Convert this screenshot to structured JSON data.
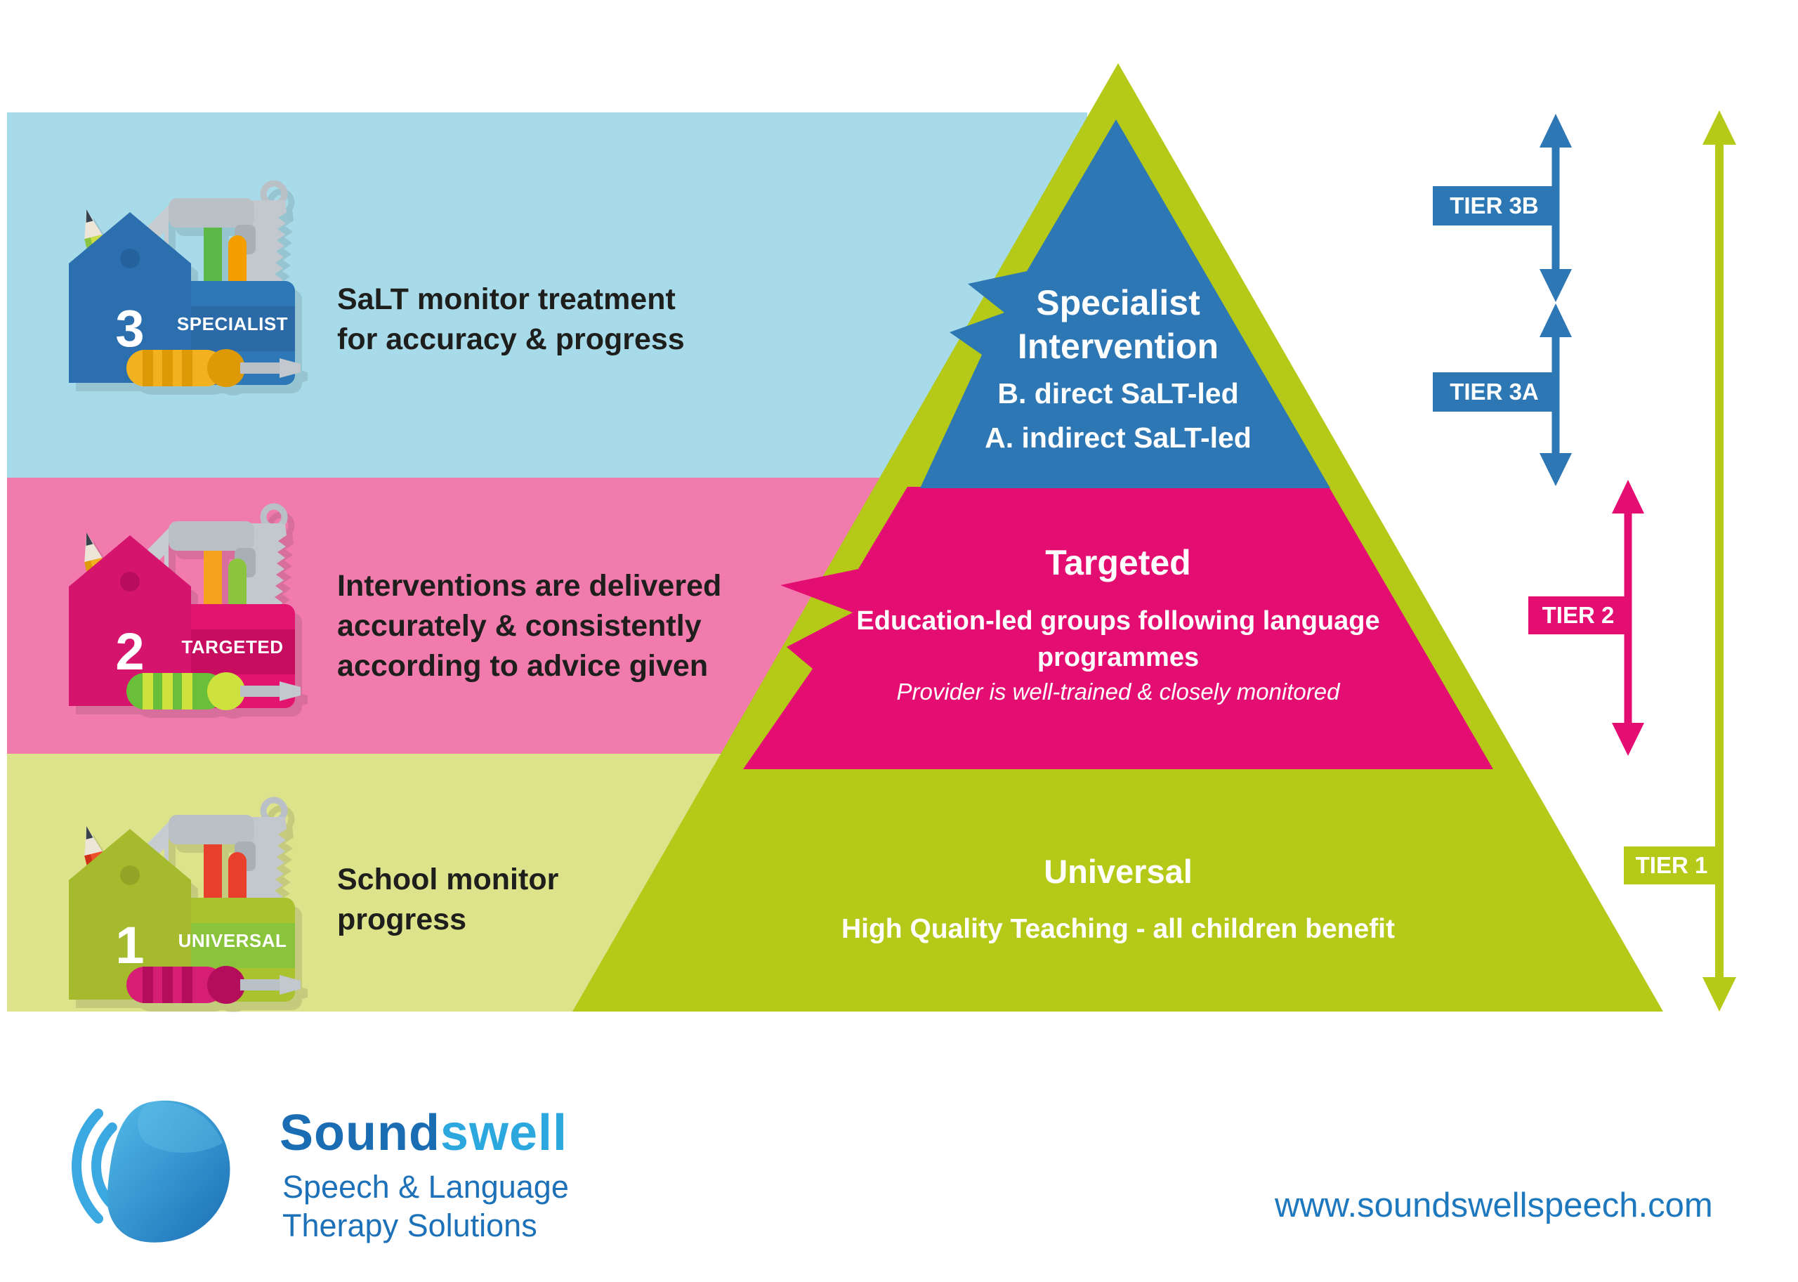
{
  "bands": [
    {
      "number": "3",
      "label": "SPECIALIST",
      "description_lines": [
        "SaLT monitor treatment",
        "for accuracy & progress"
      ],
      "band_color": "#a8dbe9",
      "palette": {
        "tag": "#2c6fae",
        "tagHole": "#25619c",
        "body": "#2e78b8",
        "strip": "#2b6aa6",
        "handle": "#f2b21f",
        "handleStripe": "#dd9a06",
        "hammer": "#5cb947",
        "pencil": "#cadd45",
        "pencilStripe": "#8bc53f",
        "rod": "#f59e00"
      }
    },
    {
      "number": "2",
      "label": "TARGETED",
      "description_lines": [
        "Interventions are delivered",
        "accurately & consistently",
        "according to advice given"
      ],
      "band_color": "#f17bad",
      "palette": {
        "tag": "#d5156d",
        "tagHole": "#b80d5e",
        "body": "#e3146f",
        "strip": "#c60d60",
        "handle": "#6abf3a",
        "handleStripe": "#cde23d",
        "hammer": "#f5a21f",
        "pencil": "#f2b21f",
        "pencilStripe": "#dd9a06",
        "rod": "#8bc53f"
      }
    },
    {
      "number": "1",
      "label": "UNIVERSAL",
      "description_lines": [
        "School monitor",
        "progress"
      ],
      "band_color": "#dce38b",
      "palette": {
        "tag": "#a5ba2d",
        "tagHole": "#93a527",
        "body": "#abc22f",
        "strip": "#8ac43c",
        "handle": "#d61f74",
        "handleStripe": "#b30d5c",
        "hammer": "#e8402c",
        "pencil": "#ef4f2b",
        "pencilStripe": "#d03018",
        "rod": "#e8402c"
      }
    }
  ],
  "pyramid": {
    "outline_color": "#b4c918",
    "sections": {
      "specialist": {
        "color": "#2e77b5",
        "title_lines": [
          "Specialist",
          "Intervention"
        ],
        "items": [
          "B. direct SaLT-led",
          "A. indirect SaLT-led"
        ]
      },
      "targeted": {
        "color": "#e40e72",
        "title": "Targeted",
        "subtitle_lines": [
          "Education-led groups following language",
          "programmes"
        ],
        "note": "Provider is well-trained & closely monitored"
      },
      "universal": {
        "title": "Universal",
        "subtitle": "High Quality Teaching - all children benefit"
      }
    }
  },
  "tiers": [
    {
      "label": "TIER 3B",
      "color": "#2e77b5"
    },
    {
      "label": "TIER 3A",
      "color": "#2e77b5"
    },
    {
      "label": "TIER 2",
      "color": "#e40e72"
    },
    {
      "label": "TIER 1",
      "color": "#b4c918"
    }
  ],
  "footer": {
    "brand_primary": "Sound",
    "brand_secondary": "swell",
    "brand_primary_color": "#1b6db3",
    "brand_secondary_color": "#2ca8df",
    "tagline_lines": [
      "Speech & Language",
      "Therapy Solutions"
    ],
    "tagline_color": "#1d71b8",
    "website": "www.soundswellspeech.com",
    "website_color": "#1e78be"
  },
  "text_color": "#1e1e1c"
}
